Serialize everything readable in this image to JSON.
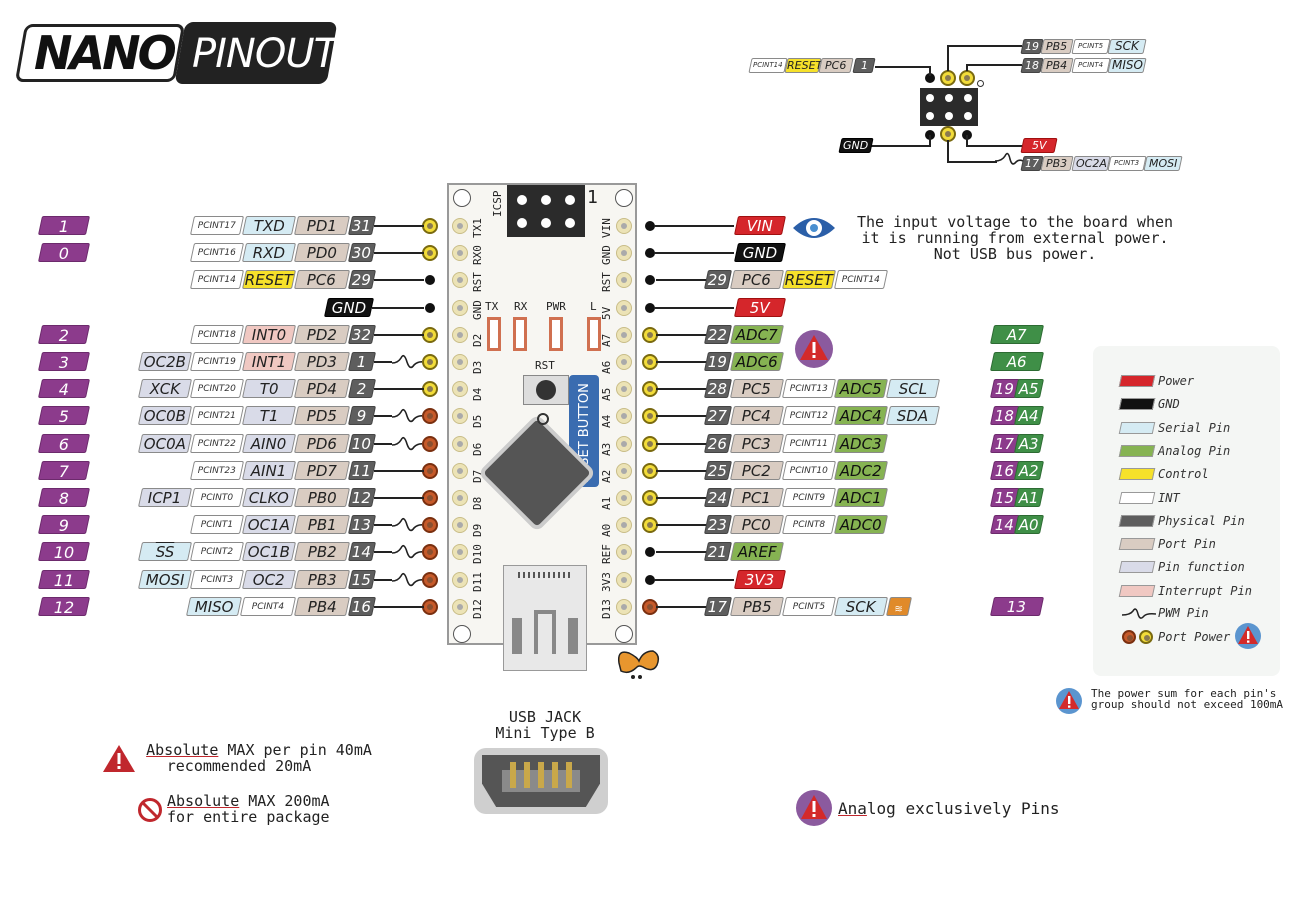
{
  "title": {
    "left": "NANO",
    "right": "PINOUT"
  },
  "icsp": {
    "label": "ICSP",
    "pin1_marker": "1",
    "top_left": {
      "phys": "1",
      "port": "PC6",
      "func": "RESET",
      "pcint": "PCINT14"
    },
    "top_row1": {
      "phys": "19",
      "port": "PB5",
      "pcint": "PCINT5",
      "func": "SCK"
    },
    "top_row2": {
      "phys": "18",
      "port": "PB4",
      "pcint": "PCINT4",
      "func": "MISO"
    },
    "gnd": "GND",
    "power": "5V",
    "bottom": {
      "phys": "17",
      "port": "PB3",
      "func": "OC2A",
      "pcint": "PCINT3",
      "serial": "MOSI"
    }
  },
  "left_pins": [
    {
      "digital": "1",
      "extra": "",
      "pcint": "PCINT17",
      "func": "TXD",
      "func_type": "serial",
      "port": "PD1",
      "phys": "31",
      "pwm": false,
      "pad": "yellow",
      "board": "TX1"
    },
    {
      "digital": "0",
      "extra": "",
      "pcint": "PCINT16",
      "func": "RXD",
      "func_type": "serial",
      "port": "PD0",
      "phys": "30",
      "pwm": false,
      "pad": "yellow",
      "board": "RX0"
    },
    {
      "digital": "",
      "extra": "",
      "pcint": "PCINT14",
      "func": "RESET",
      "func_type": "ctrl",
      "port": "PC6",
      "phys": "29",
      "pwm": false,
      "pad": "dot",
      "board": "RST"
    },
    {
      "digital": "",
      "extra": "",
      "pcint": "",
      "func": "GND",
      "func_type": "gnd",
      "port": "",
      "phys": "",
      "pwm": false,
      "pad": "dot",
      "board": "GND"
    },
    {
      "digital": "2",
      "extra": "",
      "pcint": "PCINT18",
      "func": "INT0",
      "func_type": "int",
      "port": "PD2",
      "phys": "32",
      "pwm": false,
      "pad": "yellow",
      "board": "D2"
    },
    {
      "digital": "3",
      "extra": "OC2B",
      "extra_type": "func",
      "pcint": "PCINT19",
      "func": "INT1",
      "func_type": "int",
      "port": "PD3",
      "phys": "1",
      "pwm": true,
      "pad": "yellow",
      "board": "D3"
    },
    {
      "digital": "4",
      "extra": "XCK",
      "extra_type": "func",
      "pcint": "PCINT20",
      "func": "T0",
      "func_type": "func",
      "port": "PD4",
      "phys": "2",
      "pwm": false,
      "pad": "yellow",
      "board": "D4"
    },
    {
      "digital": "5",
      "extra": "OC0B",
      "extra_type": "func",
      "pcint": "PCINT21",
      "func": "T1",
      "func_type": "func",
      "port": "PD5",
      "phys": "9",
      "pwm": true,
      "pad": "orange",
      "board": "D5"
    },
    {
      "digital": "6",
      "extra": "OC0A",
      "extra_type": "func",
      "pcint": "PCINT22",
      "func": "AIN0",
      "func_type": "func",
      "port": "PD6",
      "phys": "10",
      "pwm": true,
      "pad": "orange",
      "board": "D6"
    },
    {
      "digital": "7",
      "extra": "",
      "pcint": "PCINT23",
      "func": "AIN1",
      "func_type": "func",
      "port": "PD7",
      "phys": "11",
      "pwm": false,
      "pad": "orange",
      "board": "D7"
    },
    {
      "digital": "8",
      "extra": "ICP1",
      "extra_type": "func",
      "pcint": "PCINT0",
      "func": "CLKO",
      "func_type": "func",
      "port": "PB0",
      "phys": "12",
      "pwm": false,
      "pad": "orange",
      "board": "D8"
    },
    {
      "digital": "9",
      "extra": "",
      "pcint": "PCINT1",
      "func": "OC1A",
      "func_type": "func",
      "port": "PB1",
      "phys": "13",
      "pwm": true,
      "pad": "orange",
      "board": "D9"
    },
    {
      "digital": "10",
      "extra": "SS",
      "extra_type": "serial",
      "pcint": "PCINT2",
      "func": "OC1B",
      "func_type": "func",
      "port": "PB2",
      "phys": "14",
      "pwm": true,
      "pad": "orange",
      "board": "D10"
    },
    {
      "digital": "11",
      "extra": "MOSI",
      "extra_type": "serial",
      "pcint": "PCINT3",
      "func": "OC2",
      "func_type": "func",
      "port": "PB3",
      "phys": "15",
      "pwm": true,
      "pad": "orange",
      "board": "D11"
    },
    {
      "digital": "12",
      "extra": "",
      "pcint": "",
      "func": "MISO",
      "func_type": "serial",
      "func2": "PCINT4",
      "port": "PB4",
      "phys": "16",
      "pwm": false,
      "pad": "orange",
      "board": "D12"
    }
  ],
  "right_pins": [
    {
      "phys": "",
      "port": "",
      "pcint": "",
      "func": "VIN",
      "func_type": "power",
      "extra": "",
      "pad": "dot",
      "board": "VIN",
      "analog": "",
      "digital": ""
    },
    {
      "phys": "",
      "port": "",
      "pcint": "",
      "func": "GND",
      "func_type": "gnd",
      "extra": "",
      "pad": "dot",
      "board": "GND",
      "analog": "",
      "digital": ""
    },
    {
      "phys": "29",
      "port": "PC6",
      "func": "RESET",
      "func_type": "ctrl",
      "pcint": "PCINT14",
      "extra": "",
      "pad": "dot",
      "board": "RST",
      "analog": "",
      "digital": ""
    },
    {
      "phys": "",
      "port": "",
      "pcint": "",
      "func": "5V",
      "func_type": "power",
      "extra": "",
      "pad": "dot",
      "board": "5V",
      "analog": "",
      "digital": ""
    },
    {
      "phys": "22",
      "port": "",
      "pcint": "",
      "func": "ADC7",
      "func_type": "analog",
      "extra": "",
      "pad": "yellow",
      "board": "A7",
      "analog": "A7",
      "digital": ""
    },
    {
      "phys": "19",
      "port": "",
      "pcint": "",
      "func": "ADC6",
      "func_type": "analog",
      "extra": "",
      "pad": "yellow",
      "board": "A6",
      "analog": "A6",
      "digital": ""
    },
    {
      "phys": "28",
      "port": "PC5",
      "pcint": "PCINT13",
      "func": "ADC5",
      "func_type": "analog",
      "extra": "SCL",
      "pad": "yellow",
      "board": "A5",
      "analog": "A5",
      "digital": "19"
    },
    {
      "phys": "27",
      "port": "PC4",
      "pcint": "PCINT12",
      "func": "ADC4",
      "func_type": "analog",
      "extra": "SDA",
      "pad": "yellow",
      "board": "A4",
      "analog": "A4",
      "digital": "18"
    },
    {
      "phys": "26",
      "port": "PC3",
      "pcint": "PCINT11",
      "func": "ADC3",
      "func_type": "analog",
      "extra": "",
      "pad": "yellow",
      "board": "A3",
      "analog": "A3",
      "digital": "17"
    },
    {
      "phys": "25",
      "port": "PC2",
      "pcint": "PCINT10",
      "func": "ADC2",
      "func_type": "analog",
      "extra": "",
      "pad": "yellow",
      "board": "A2",
      "analog": "A2",
      "digital": "16"
    },
    {
      "phys": "24",
      "port": "PC1",
      "pcint": "PCINT9",
      "func": "ADC1",
      "func_type": "analog",
      "extra": "",
      "pad": "yellow",
      "board": "A1",
      "analog": "A1",
      "digital": "15"
    },
    {
      "phys": "23",
      "port": "PC0",
      "pcint": "PCINT8",
      "func": "ADC0",
      "func_type": "analog",
      "extra": "",
      "pad": "yellow",
      "board": "A0",
      "analog": "A0",
      "digital": "14"
    },
    {
      "phys": "21",
      "port": "",
      "pcint": "",
      "func": "AREF",
      "func_type": "analog",
      "extra": "",
      "pad": "dot",
      "board": "REF",
      "analog": "",
      "digital": ""
    },
    {
      "phys": "",
      "port": "",
      "pcint": "",
      "func": "3V3",
      "func_type": "power",
      "extra": "",
      "pad": "dot",
      "board": "3V3",
      "analog": "",
      "digital": ""
    },
    {
      "phys": "17",
      "port": "PB5",
      "pcint": "PCINT5",
      "func": "SCK",
      "func_type": "serial",
      "extra": "LED",
      "pad": "orange",
      "board": "D13",
      "analog": "",
      "digital": "13"
    }
  ],
  "board": {
    "leds": [
      "TX",
      "RX",
      "PWR",
      "L"
    ],
    "rst_label": "RST",
    "reset_button_label": "RESET BUTTON"
  },
  "vin_note": [
    "The input voltage to the board when",
    "it is running from external power.",
    "Not USB bus power."
  ],
  "legend": {
    "items": [
      {
        "label": "Power",
        "color": "#d5262b"
      },
      {
        "label": "GND",
        "color": "#111111"
      },
      {
        "label": "Serial Pin",
        "color": "#d5ebf3"
      },
      {
        "label": "Analog Pin",
        "color": "#86b352"
      },
      {
        "label": "Control",
        "color": "#f6e12a"
      },
      {
        "label": "INT",
        "color": "#ffffff"
      },
      {
        "label": "Physical Pin",
        "color": "#5e5e5e"
      },
      {
        "label": "Port Pin",
        "color": "#d9ccc2"
      },
      {
        "label": "Pin function",
        "color": "#d9dbe8"
      },
      {
        "label": "Interrupt Pin",
        "color": "#f0c8c2"
      }
    ],
    "pwm_label": "PWM Pin",
    "port_power_label": "Port Power"
  },
  "notes": {
    "power_sum": [
      "The power sum for each pin's",
      "group should not exceed 100mA"
    ],
    "max_pin_u": "Absolute",
    "max_pin_rest": " MAX per pin 40mA",
    "max_pin_line2": "recommended 20mA",
    "max_pkg_u": "Absolute",
    "max_pkg_rest": " MAX 200mA",
    "max_pkg_line2": "for entire package",
    "usb_title": [
      "USB JACK",
      "Mini Type B"
    ],
    "analog_u": "Ana",
    "analog_rest": "log exclusively Pins"
  }
}
